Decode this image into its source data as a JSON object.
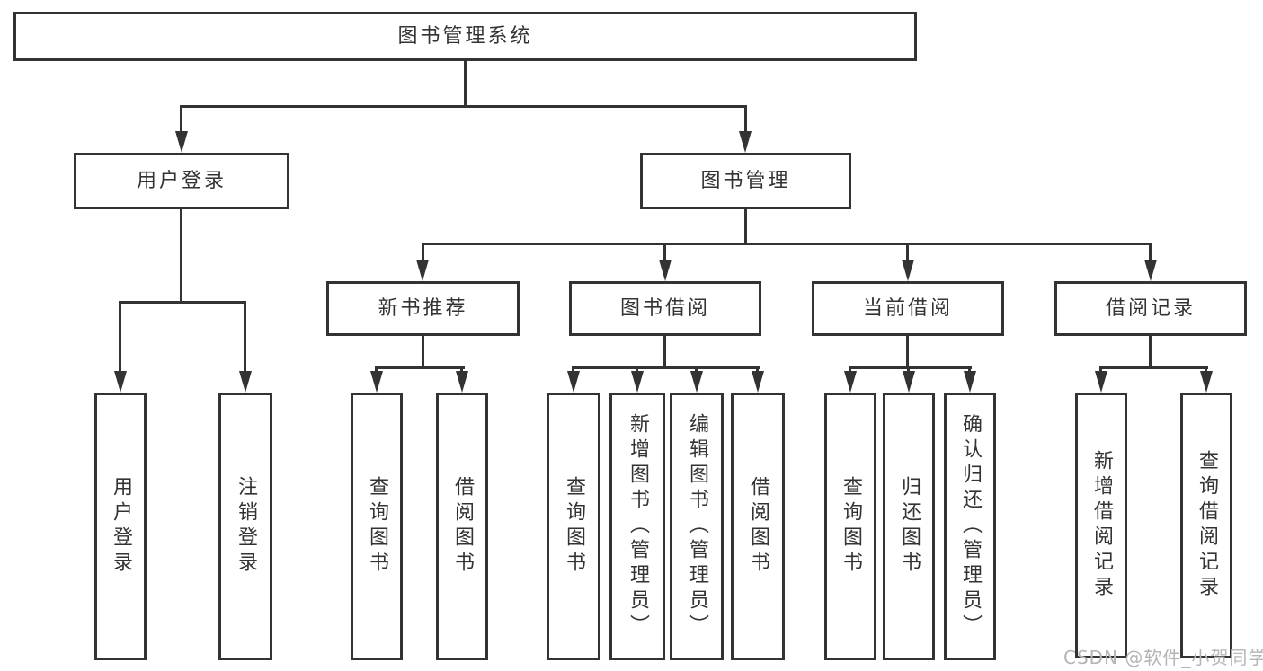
{
  "nodes": {
    "root": {
      "label": "图书管理系统"
    },
    "level2": [
      {
        "label": "用户登录"
      },
      {
        "label": "图书管理"
      }
    ],
    "level3": [
      {
        "label": "新书推荐"
      },
      {
        "label": "图书借阅"
      },
      {
        "label": "当前借阅"
      },
      {
        "label": "借阅记录"
      }
    ],
    "leaves": {
      "user_login": [
        "用户登录",
        "注销登录"
      ],
      "new_book_recommendation": [
        "查询图书",
        "借阅图书"
      ],
      "book_borrowing": [
        "查询图书",
        "新增图书（管理员）",
        "编辑图书（管理员）",
        "借阅图书"
      ],
      "current_borrowing": [
        "查询图书",
        "归还图书",
        "确认归还（管理员）"
      ],
      "borrowing_records": [
        "新增借阅记录",
        "查询借阅记录"
      ]
    }
  },
  "watermark": "CSDN @软件_小贺同学",
  "colors": {
    "line": "#333333",
    "text": "#333333",
    "watermark": "#b5b5b5",
    "background": "#ffffff"
  }
}
